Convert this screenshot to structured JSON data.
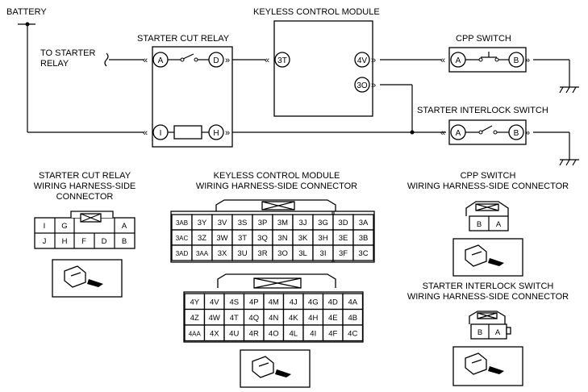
{
  "labels": {
    "battery": "BATTERY",
    "keyless_module": "KEYLESS CONTROL MODULE",
    "starter_cut_relay": "STARTER CUT RELAY",
    "to_starter_1": "TO STARTER",
    "to_starter_2": "RELAY",
    "cpp_switch": "CPP SWITCH",
    "interlock_switch": "STARTER INTERLOCK SWITCH"
  },
  "pins": {
    "relay_a": "A",
    "relay_d": "D",
    "relay_i": "I",
    "relay_h": "H",
    "kcm_3t": "3T",
    "kcm_4v": "4V",
    "kcm_3o": "3O",
    "cpp_a": "A",
    "cpp_b": "B",
    "int_a": "A",
    "int_b": "B"
  },
  "connectors": {
    "relay": {
      "title_1": "STARTER CUT RELAY",
      "title_2": "WIRING HARNESS-SIDE",
      "title_3": "CONNECTOR",
      "row1": [
        "I",
        "G",
        "",
        "A"
      ],
      "row2": [
        "J",
        "H",
        "F",
        "D",
        "B"
      ]
    },
    "kcm": {
      "title_1": "KEYLESS CONTROL MODULE",
      "title_2": "WIRING HARNESS-SIDE CONNECTOR",
      "upper_rows": [
        [
          "3AB",
          "3Y",
          "3V",
          "3S",
          "3P",
          "3M",
          "3J",
          "3G",
          "3D",
          "3A"
        ],
        [
          "3AC",
          "3Z",
          "3W",
          "3T",
          "3Q",
          "3N",
          "3K",
          "3H",
          "3E",
          "3B"
        ],
        [
          "3AD",
          "3AA",
          "3X",
          "3U",
          "3R",
          "3O",
          "3L",
          "3I",
          "3F",
          "3C"
        ]
      ],
      "lower_rows": [
        [
          "4Y",
          "4V",
          "4S",
          "4P",
          "4M",
          "4J",
          "4G",
          "4D",
          "4A"
        ],
        [
          "4Z",
          "4W",
          "4T",
          "4Q",
          "4N",
          "4K",
          "4H",
          "4E",
          "4B"
        ],
        [
          "4AA",
          "4X",
          "4U",
          "4R",
          "4O",
          "4L",
          "4I",
          "4F",
          "4C"
        ]
      ]
    },
    "cpp": {
      "title_1": "CPP SWITCH",
      "title_2": "WIRING HARNESS-SIDE CONNECTOR",
      "cells": [
        "B",
        "A"
      ]
    },
    "interlock": {
      "title_1": "STARTER INTERLOCK SWITCH",
      "title_2": "WIRING HARNESS-SIDE CONNECTOR",
      "cells": [
        "B",
        "A"
      ]
    }
  }
}
